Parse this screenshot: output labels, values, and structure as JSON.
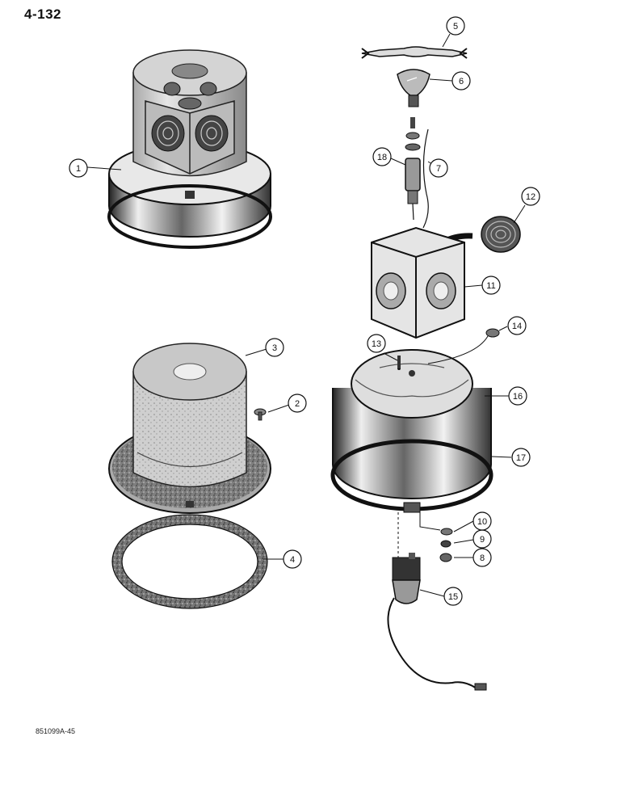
{
  "page": {
    "number": "4-132",
    "figure_id": "851099A-45"
  },
  "parts": [
    {
      "ref": "1",
      "component": "beacon-assembly"
    },
    {
      "ref": "2",
      "component": "screw"
    },
    {
      "ref": "3",
      "component": "dome-lens"
    },
    {
      "ref": "4",
      "component": "gasket"
    },
    {
      "ref": "5",
      "component": "wrench"
    },
    {
      "ref": "6",
      "component": "bulb"
    },
    {
      "ref": "7",
      "component": "wire-lead"
    },
    {
      "ref": "8",
      "component": "nut"
    },
    {
      "ref": "9",
      "component": "lock-washer"
    },
    {
      "ref": "10",
      "component": "washer"
    },
    {
      "ref": "11",
      "component": "reflector-housing"
    },
    {
      "ref": "12",
      "component": "reflector-lens"
    },
    {
      "ref": "13",
      "component": "screw"
    },
    {
      "ref": "14",
      "component": "nut"
    },
    {
      "ref": "15",
      "component": "motor"
    },
    {
      "ref": "16",
      "component": "base"
    },
    {
      "ref": "17",
      "component": "base-trim"
    },
    {
      "ref": "18",
      "component": "bulb-socket"
    }
  ],
  "colors": {
    "ink": "#111111",
    "shade": "#555555",
    "paper": "#ffffff"
  }
}
